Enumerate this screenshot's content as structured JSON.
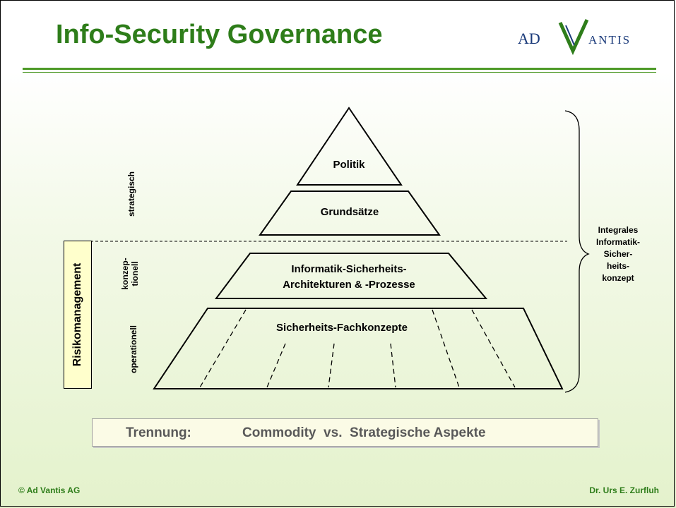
{
  "slide": {
    "title": "Info-Security Governance",
    "logo": {
      "part1": "AD",
      "part2": "ANTIS",
      "mark": "V"
    },
    "footer_left": "© Ad Vantis AG",
    "footer_right": "Dr. Urs E. Zurfluh"
  },
  "pyramid": {
    "layers": [
      {
        "id": "politik",
        "label": "Politik"
      },
      {
        "id": "grundsaetze",
        "label": "Grundsätze"
      },
      {
        "id": "architekturen",
        "label_line1": "Informatik-Sicherheits-",
        "label_line2": "Architekturen & -Prozesse"
      },
      {
        "id": "fachkonzepte",
        "label": "Sicherheits-Fachkonzepte"
      }
    ]
  },
  "levels": {
    "strategisch": "strategisch",
    "konzeptionell_line1": "konzep-",
    "konzeptionell_line2": "tionell",
    "operationell": "operationell"
  },
  "risk": {
    "label": "Risikomanagement"
  },
  "integral": {
    "line1": "Integrales",
    "line2": "Informatik-",
    "line3": "Sicher-",
    "line4": "heits-",
    "line5": "konzept"
  },
  "separation": {
    "label": "Trennung:",
    "text": "Commodity  vs.  Strategische Aspekte"
  },
  "colors": {
    "title_green": "#2e7d1a",
    "risk_box": "#ffffcc",
    "separation_box": "#fbfbe6"
  }
}
